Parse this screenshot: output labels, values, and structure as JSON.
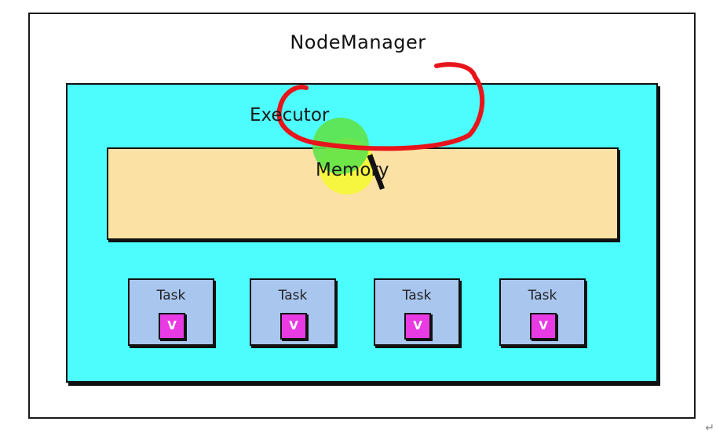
{
  "diagram": {
    "title": "NodeManager",
    "executor_label": "Executor",
    "memory_label": "Memory",
    "tasks": [
      {
        "label": "Task",
        "slot": "V"
      },
      {
        "label": "Task",
        "slot": "V"
      },
      {
        "label": "Task",
        "slot": "V"
      },
      {
        "label": "Task",
        "slot": "V"
      }
    ],
    "colors": {
      "executor_fill": "#4dfdfd",
      "memory_fill": "#fbe1a4",
      "task_fill": "#a9c6ef",
      "slot_fill": "#e93be3",
      "annotation_red": "#e8141b",
      "highlight_green": "#5fe34a",
      "highlight_yellow": "#f5f53a"
    },
    "return_mark": "↵"
  }
}
